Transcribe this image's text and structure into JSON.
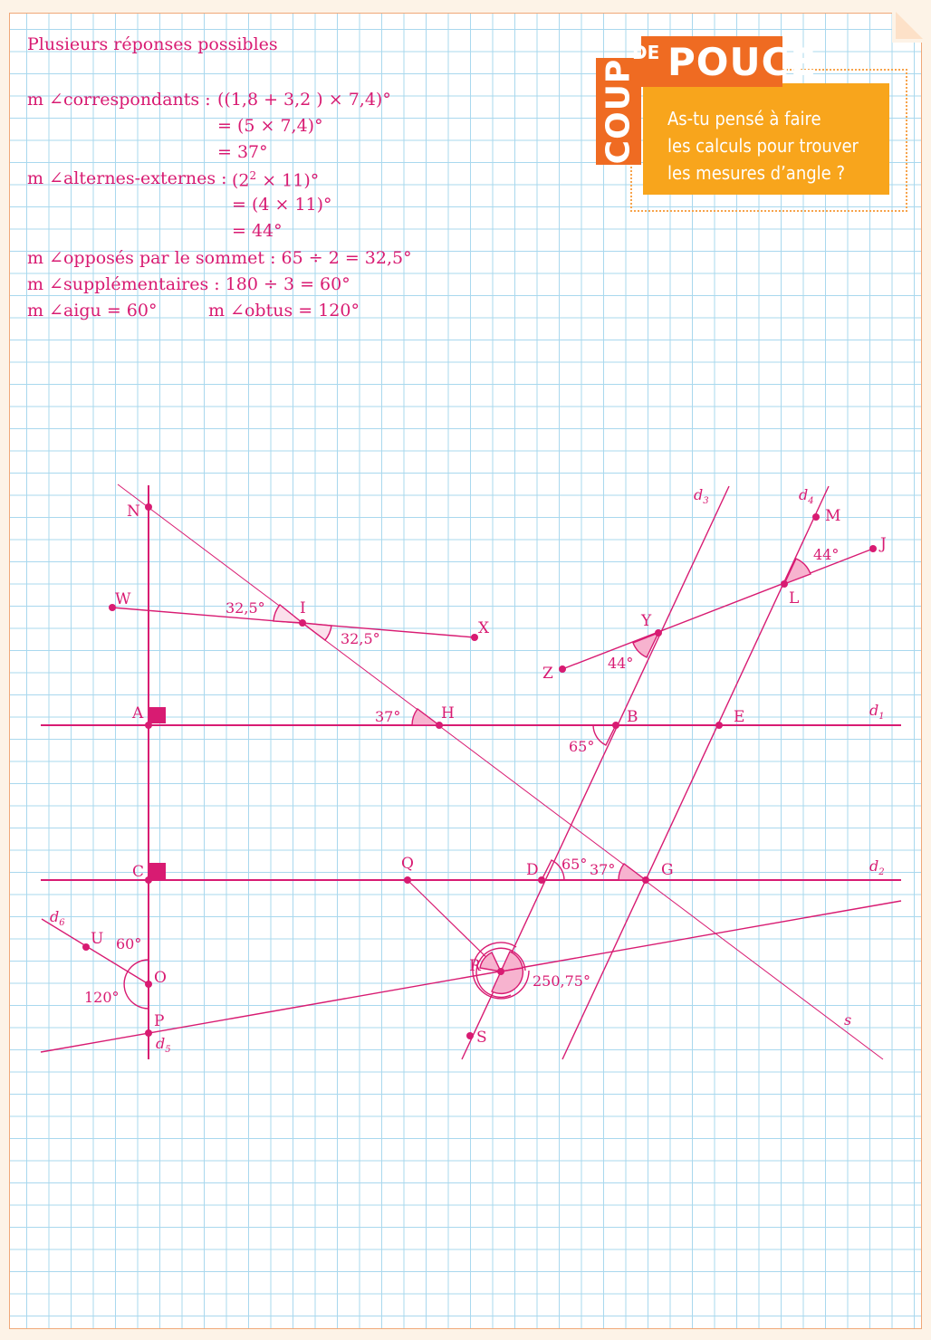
{
  "heading": "Plusieurs réponses possibles",
  "calc": {
    "l1_label": "m ∠correspondants :",
    "l1_value": "((1,8 + 3,2 ) × 7,4)°",
    "l2": "= (5 × 7,4)°",
    "l3": "= 37°",
    "l4_label": "m ∠alternes-externes :",
    "l4_value_a": "(2",
    "l4_value_sup": "2",
    "l4_value_b": " × 11)°",
    "l5": "= (4 × 11)°",
    "l6": "= 44°",
    "l7": "m ∠opposés par le sommet : 65 ÷ 2 = 32,5°",
    "l8": "m ∠supplémentaires : 180 ÷ 3 = 60°",
    "l9a": "m ∠aigu = 60°",
    "l9b": "m ∠obtus = 120°"
  },
  "tip": {
    "coup": "COUP",
    "de": "DE",
    "pouce": "POUCE",
    "line1": "As-tu pensé à faire",
    "line2": "les calculs pour trouver",
    "line3": "les mesures d’angle ?"
  },
  "figure": {
    "points": {
      "N": "N",
      "W": "W",
      "I": "I",
      "X": "X",
      "A": "A",
      "H": "H",
      "C": "C",
      "Q": "Q",
      "D": "D",
      "G": "G",
      "U": "U",
      "O": "O",
      "P": "P",
      "R": "R",
      "S": "S",
      "B": "B",
      "E": "E",
      "Y": "Y",
      "Z": "Z",
      "L": "L",
      "J": "J",
      "M": "M"
    },
    "lines": {
      "d1": "d",
      "d1_sub": "1",
      "d2": "d",
      "d2_sub": "2",
      "d3": "d",
      "d3_sub": "3",
      "d4": "d",
      "d4_sub": "4",
      "d5": "d",
      "d5_sub": "5",
      "d6": "d",
      "d6_sub": "6",
      "s": "s"
    },
    "angles": {
      "a_I1": "32,5°",
      "a_I2": "32,5°",
      "a_H": "37°",
      "a_B": "65°",
      "a_Y": "44°",
      "a_L": "44°",
      "a_D": "65°",
      "a_G": "37°",
      "a_O1": "60°",
      "a_O2": "120°",
      "a_R": "250,75°"
    },
    "color": "#d81b72",
    "fill": "#f7b3cf"
  }
}
